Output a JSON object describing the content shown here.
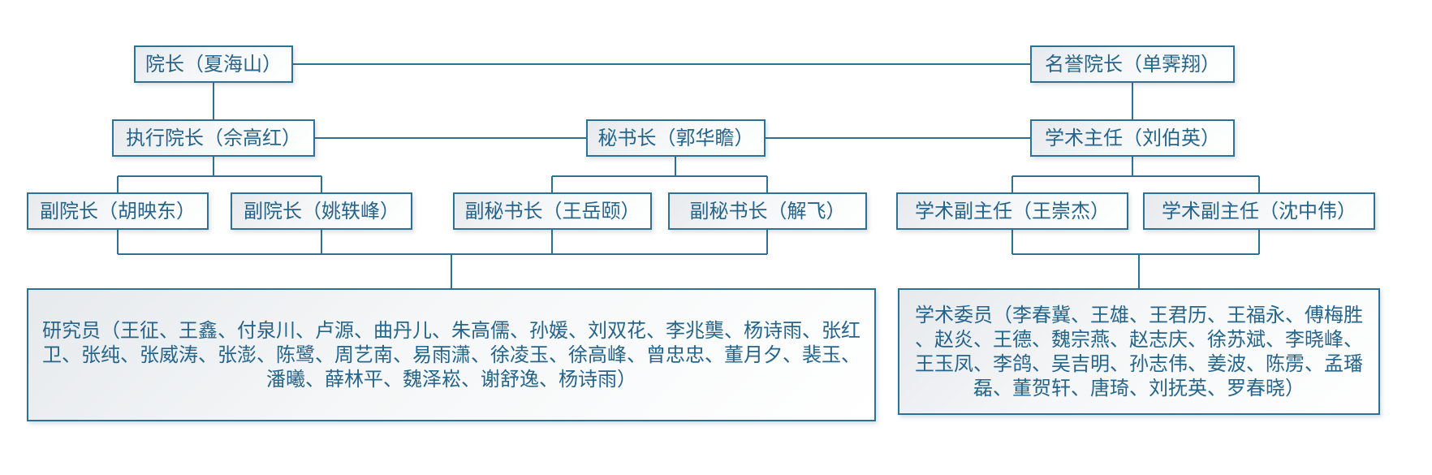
{
  "org_chart": {
    "colors": {
      "border": "#2e7192",
      "text": "#26648a",
      "connector": "#2e7192"
    },
    "nodes": {
      "dean": {
        "label": "院长（夏海山）"
      },
      "honorary_dean": {
        "label": "名誉院长（单霁翔）"
      },
      "executive_dean": {
        "label": "执行院长（佘高红）"
      },
      "secretary_general": {
        "label": "秘书长（郭华瞻）"
      },
      "academic_director": {
        "label": "学术主任（刘伯英）"
      },
      "vice_dean_1": {
        "label": "副院长（胡映东）"
      },
      "vice_dean_2": {
        "label": "副院长（姚轶峰）"
      },
      "deputy_secretary_1": {
        "label": "副秘书长（王岳颐）"
      },
      "deputy_secretary_2": {
        "label": "副秘书长（解飞）"
      },
      "academic_deputy_1": {
        "label": "学术副主任（王崇杰）"
      },
      "academic_deputy_2": {
        "label": "学术副主任（沈中伟）"
      },
      "researchers": {
        "label": "研究员（王征、王鑫、付泉川、卢源、曲丹儿、朱高儒、孙媛、刘双花、李兆龑、杨诗雨、张红卫、张纯、张威涛、张澎、陈鹭、周艺南、易雨潇、徐凌玉、徐高峰、曾忠忠、董月夕、裴玉、潘曦、薛林平、魏泽崧、谢舒逸、杨诗雨）"
      },
      "academic_committee": {
        "label": "学术委员（李春冀、王雄、王君历、王福永、傅梅胜、赵炎、王德、魏宗燕、赵志庆、徐苏斌、李晓峰、王玉凤、李鸽、吴吉明、孙志伟、姜波、陈雳、孟璠磊、董贺轩、唐琦、刘抚英、罗春晓）"
      }
    },
    "edges": [
      [
        "dean",
        "honorary_dean"
      ],
      [
        "dean",
        "executive_dean"
      ],
      [
        "honorary_dean",
        "academic_director"
      ],
      [
        "executive_dean",
        "secretary_general"
      ],
      [
        "secretary_general",
        "academic_director"
      ],
      [
        "executive_dean",
        "vice_dean_1"
      ],
      [
        "executive_dean",
        "vice_dean_2"
      ],
      [
        "secretary_general",
        "deputy_secretary_1"
      ],
      [
        "secretary_general",
        "deputy_secretary_2"
      ],
      [
        "academic_director",
        "academic_deputy_1"
      ],
      [
        "academic_director",
        "academic_deputy_2"
      ],
      [
        "vice_dean_1",
        "researchers"
      ],
      [
        "vice_dean_2",
        "researchers"
      ],
      [
        "deputy_secretary_1",
        "researchers"
      ],
      [
        "deputy_secretary_2",
        "researchers"
      ],
      [
        "academic_deputy_1",
        "academic_committee"
      ],
      [
        "academic_deputy_2",
        "academic_committee"
      ]
    ]
  }
}
